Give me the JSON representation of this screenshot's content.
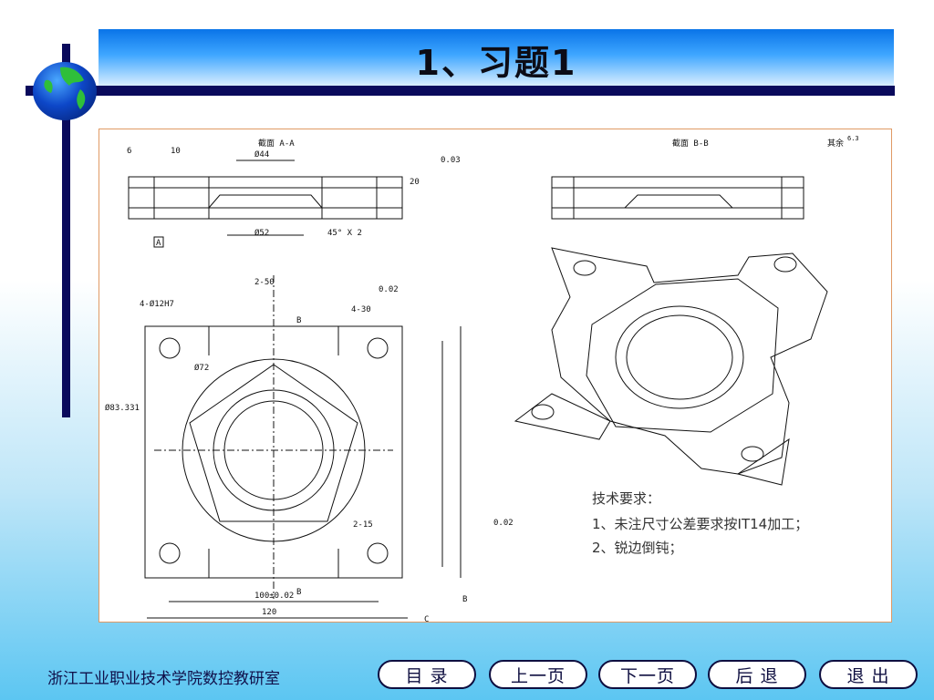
{
  "slide": {
    "title": "1、习题1",
    "footer": "浙江工业职业技术学院数控教研室"
  },
  "nav": {
    "toc": "目  录",
    "prev": "上一页",
    "next": "下一页",
    "back": "后  退",
    "exit": "退  出"
  },
  "drawing": {
    "section_aa": "截面 A-A",
    "section_bb": "截面 B-B",
    "roughness_note": "其余",
    "roughness_value": "6.3",
    "d44": "Ø44",
    "d52": "Ø52",
    "d72": "Ø72",
    "d83": "Ø83.331",
    "holes": "4-Ø12H7",
    "dim_2_50": "2-50",
    "dim_4_30": "4-30",
    "dim_2_15": "2-15",
    "dim_100": "100±0.02",
    "dim_120": "120",
    "dim_20": "20",
    "dim_10": "10",
    "dim_6": "6",
    "chamfer": "45° X 2",
    "parallel_tol": "0.03",
    "sym_tol": "0.02",
    "ref_a": "A",
    "ref_b": "B",
    "ref_c": "C",
    "cut_b": "B",
    "tech_title": "技术要求：",
    "tech_1": "1、未注尺寸公差要求按IT14加工；",
    "tech_2": "2、锐边倒钝；"
  }
}
